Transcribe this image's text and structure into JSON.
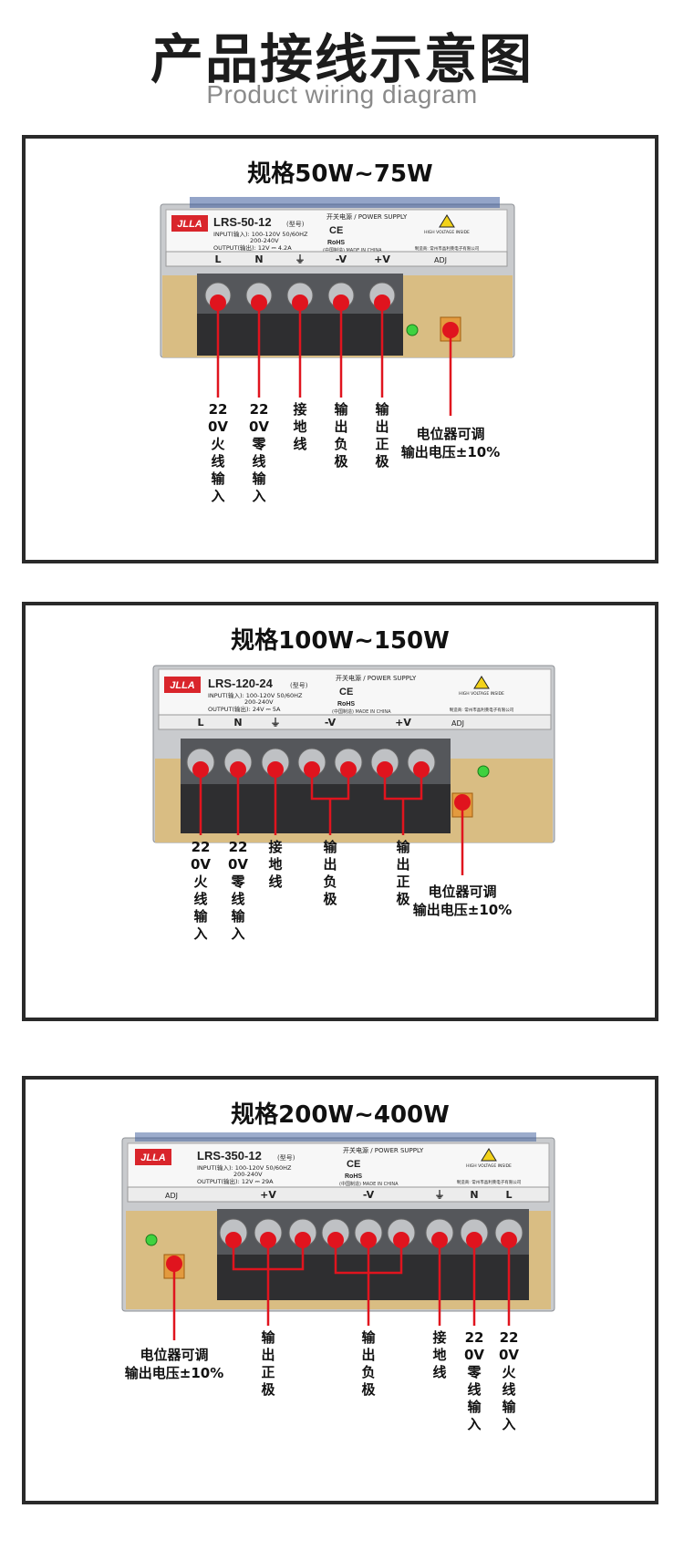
{
  "header": {
    "title": "产品接线示意图",
    "subtitle": "Product wiring diagram"
  },
  "colors": {
    "accent_red": "#e0141e",
    "frame": "#2a2a2a",
    "brand_red": "#d9252b"
  },
  "brand": "JLLA",
  "label_common": {
    "power_supply": "开关电源 / POWER SUPPLY",
    "ce": "CE",
    "rohs": "RoHS",
    "made_in": "(中国制造) MADE IN CHINA",
    "warning": "HIGH VOLTAGE INSIDE",
    "maker": "制造商: 常州市晶利莱电子有限公司"
  },
  "panels": [
    {
      "spec": "规格50W~75W",
      "model": "LRS-50-12",
      "model_suffix": "(型号)",
      "input": "INPUT(输入): 100-120V 50/60HZ",
      "input2": "200-240V",
      "output": "OUTPUT(输出): 12V ⎓ 4.2A",
      "terminals": [
        "L",
        "N",
        "⏚",
        "-V",
        "+V"
      ],
      "adj": "ADJ",
      "labels": [
        "220V火线输入",
        "220V零线输入",
        "接地线",
        "输出负极",
        "输出正极"
      ],
      "pot_label": [
        "电位器可调",
        "输出电压±10%"
      ]
    },
    {
      "spec": "规格100W~150W",
      "model": "LRS-120-24",
      "model_suffix": "(型号)",
      "input": "INPUT(输入): 100-120V 50/60HZ",
      "input2": "200-240V",
      "output": "OUTPUT(输出): 24V ⎓ 5A",
      "terminals": [
        "L",
        "N",
        "⏚",
        "-V",
        "+V"
      ],
      "adj": "ADJ",
      "labels": [
        "220V火线输入",
        "220V零线输入",
        "接地线",
        "输出负极",
        "输出正极"
      ],
      "pot_label": [
        "电位器可调",
        "输出电压±10%"
      ]
    },
    {
      "spec": "规格200W~400W",
      "model": "LRS-350-12",
      "model_suffix": "(型号)",
      "input": "INPUT(输入): 100-120V 50/60HZ",
      "input2": "200-240V",
      "output": "OUTPUT(输出): 12V ⎓ 29A",
      "terminals": [
        "ADJ",
        "+V",
        "-V",
        "⏚",
        "N",
        "L"
      ],
      "adj": "ADJ",
      "labels": [
        "输出正极",
        "输出负极",
        "接地线",
        "220V零线输入",
        "220V火线输入"
      ],
      "pot_label": [
        "电位器可调",
        "输出电压±10%"
      ]
    }
  ]
}
